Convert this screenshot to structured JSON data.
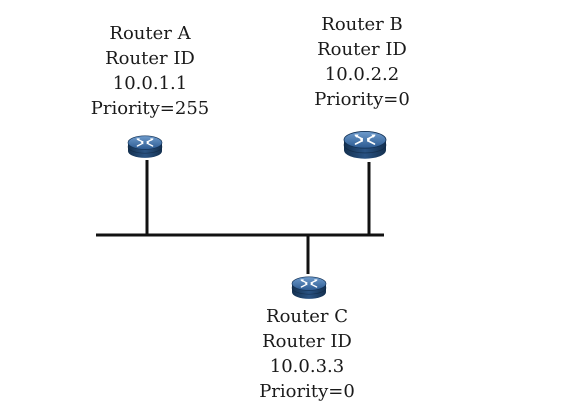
{
  "routers": [
    {
      "name": "Router A",
      "id_label": "Router ID",
      "id_value": "10.0.1.1",
      "priority": "Priority=255"
    },
    {
      "name": "Router B",
      "id_label": "Router ID",
      "id_value": "10.0.2.2",
      "priority": "Priority=0"
    },
    {
      "name": "Router C",
      "id_label": "Router ID",
      "id_value": "10.0.3.3",
      "priority": "Priority=0"
    }
  ],
  "colors": {
    "router_body": "#1f3f6b",
    "router_top": "#3a6fa8",
    "line": "#111111"
  }
}
